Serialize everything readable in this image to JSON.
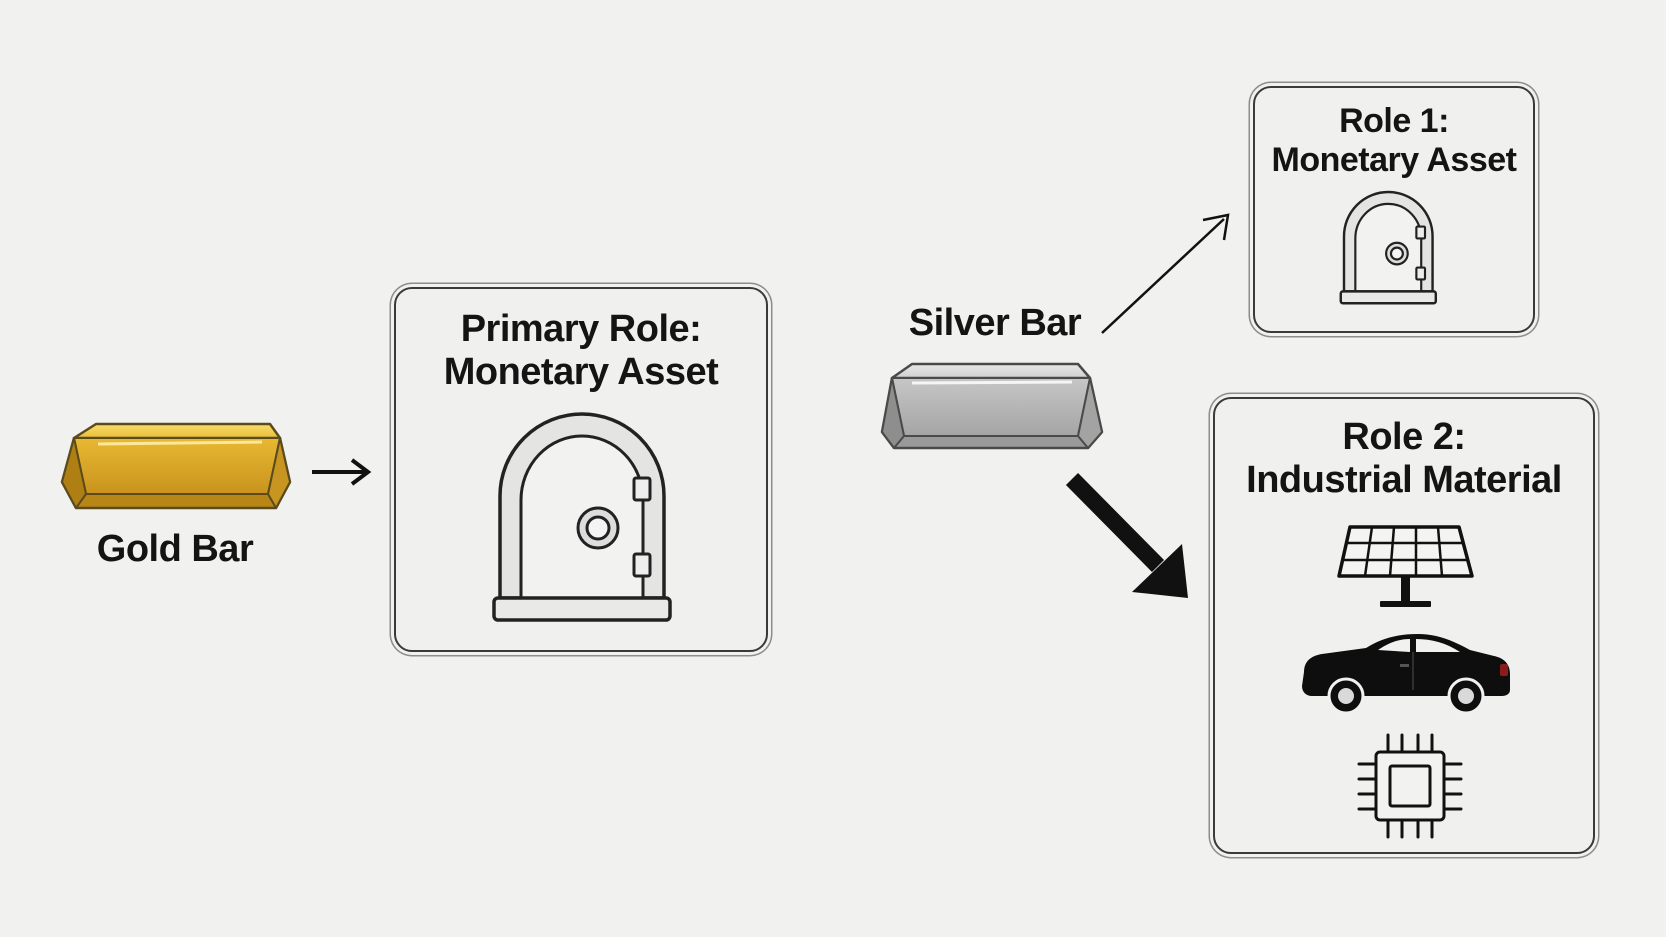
{
  "gold": {
    "label": "Gold Bar",
    "color": "#e2b22e"
  },
  "primary_box": {
    "title_line1": "Primary Role:",
    "title_line2": "Monetary Asset",
    "icon": "vault-safe-icon"
  },
  "silver": {
    "label": "Silver Bar",
    "color": "#b9b9b9"
  },
  "role1_box": {
    "title_line1": "Role 1:",
    "title_line2": "Monetary Asset",
    "icon": "vault-safe-icon"
  },
  "role2_box": {
    "title_line1": "Role 2:",
    "title_line2": "Industrial Material",
    "icons": [
      "solar-panel-icon",
      "car-icon",
      "microchip-icon"
    ]
  }
}
